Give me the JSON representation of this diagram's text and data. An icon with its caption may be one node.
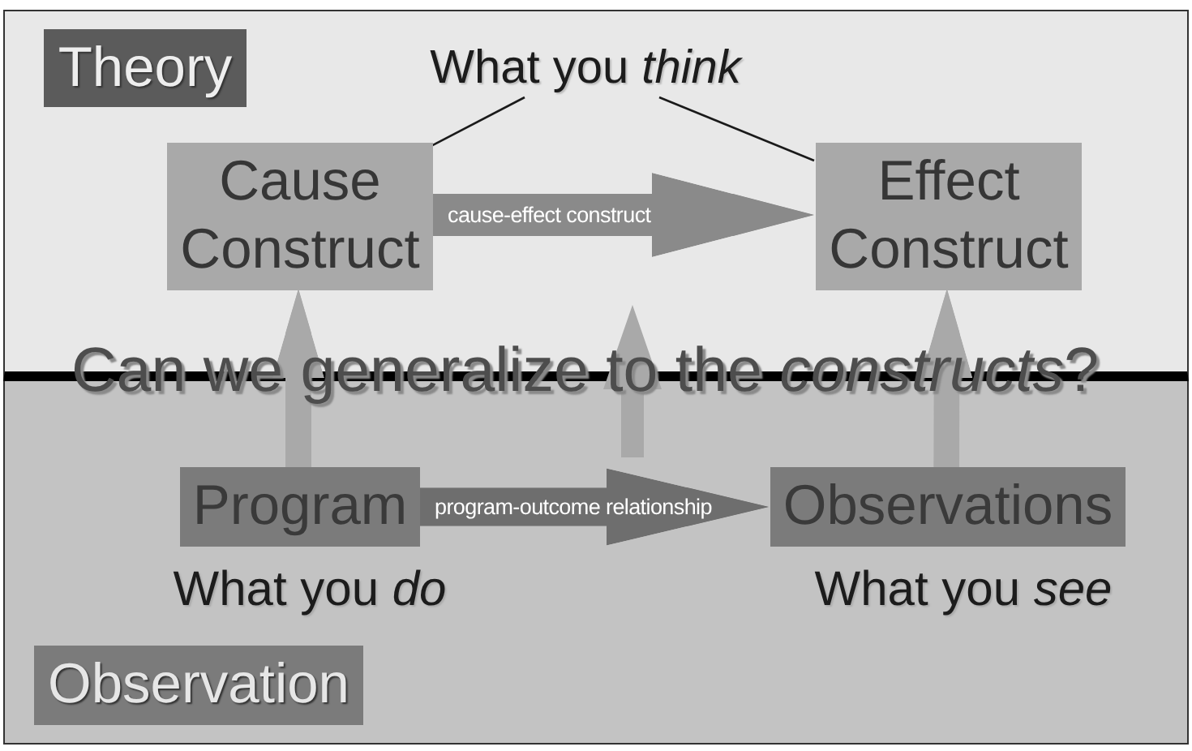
{
  "diagram": {
    "nodes": [
      {
        "text": [],
        "shape": "box"
      },
      {
        "text": [
          "Theory"
        ],
        "in": 0
      },
      {
        "text": [
          "What you *think*"
        ],
        "in": 0
      },
      {
        "text": [
          "Cause Construct"
        ],
        "in": 0
      },
      {
        "text": [
          "Effect Construct"
        ],
        "in": 0
      },
      {
        "text": [],
        "shape": "box"
      },
      {
        "text": [
          "Program"
        ],
        "in": 5,
        "beside": [
          "What you *do*"
        ]
      },
      {
        "text": [
          "Observations"
        ],
        "in": 5,
        "beside": [
          "What you *see*"
        ]
      },
      {
        "text": [
          "Observation"
        ],
        "in": 5
      }
    ],
    "edges": [
      {
        "from": 2,
        "to": 3,
        "arrow": "none"
      },
      {
        "from": 2,
        "to": 4,
        "arrow": "none"
      },
      {
        "from": 3,
        "to": 4,
        "arrow": "to",
        "label": "cause-effect construct",
        "color": "#8a8a8a"
      },
      {
        "from": 6,
        "to": 3,
        "arrow": "to",
        "color": "#a9a9a9"
      },
      {
        "from": 6,
        "to": 7,
        "arrow": "to",
        "label": "program-outcome relationship",
        "color": "#6e6e6e"
      },
      {
        "from": 7,
        "to": 4,
        "arrow": "to",
        "color": "#a9a9a9"
      }
    ],
    "labels": [
      "Can we generalize to the *constructs*?"
    ]
  }
}
